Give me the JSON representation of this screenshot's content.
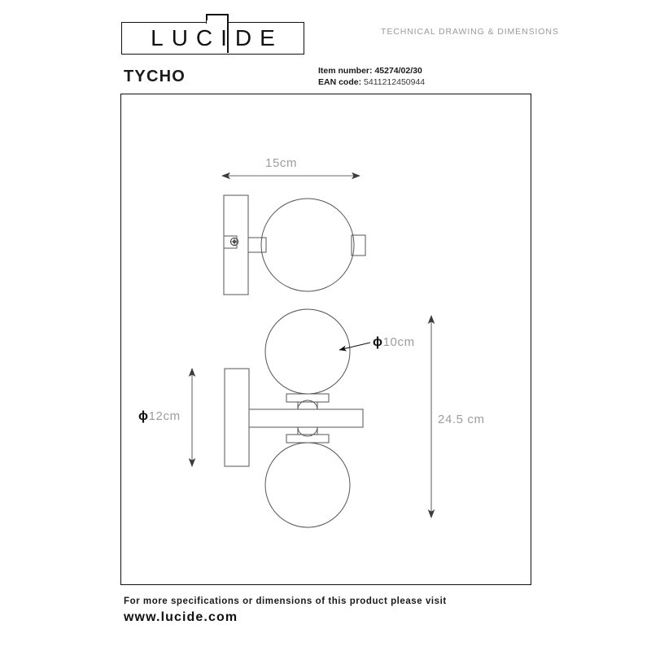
{
  "brand": {
    "logo_text": "LUCIDE",
    "tagline": "TECHNICAL DRAWING & DIMENSIONS"
  },
  "product": {
    "name": "TYCHO",
    "item_number_label": "Item number:",
    "item_number": "45274/02/30",
    "ean_label": "EAN code",
    "ean_code": "5411212450944"
  },
  "dimensions": {
    "width": "15cm",
    "globe_diameter": "10cm",
    "plate_diameter": "12cm",
    "height": "24.5 cm",
    "phi_symbol": "ϕ"
  },
  "footer": {
    "text": "For more specifications or dimensions of this product please visit",
    "url": "www.lucide.com"
  },
  "colors": {
    "ink": "#1a1a1a",
    "line": "#555555",
    "dim_text": "#9d9d9d",
    "tagline": "#9a9a9a",
    "background": "#ffffff"
  }
}
